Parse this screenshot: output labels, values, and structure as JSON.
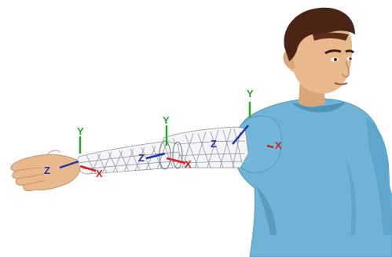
{
  "joints": [
    {
      "id": "shoulder",
      "y_label": "Y",
      "z_label": "Z",
      "x_label": "X"
    },
    {
      "id": "elbow",
      "y_label": "Y",
      "z_label": "Z",
      "x_label": "X"
    },
    {
      "id": "wrist",
      "y_label": "Y",
      "z_label": "Z",
      "x_label": "X"
    }
  ],
  "colors": {
    "background": "#ffffff",
    "shirt": "#6fb3d6",
    "shirt_shadow": "#4e93ba",
    "skin": "#e7b98d",
    "hair": "#4a2414",
    "wireframe": "#8a8f99",
    "axis_y": "#22aa22",
    "axis_z": "#2233aa",
    "axis_x": "#cc2222"
  },
  "icon_names": [
    "y-axis-arrow-icon",
    "z-axis-arrow-icon",
    "x-axis-arrow-icon"
  ]
}
